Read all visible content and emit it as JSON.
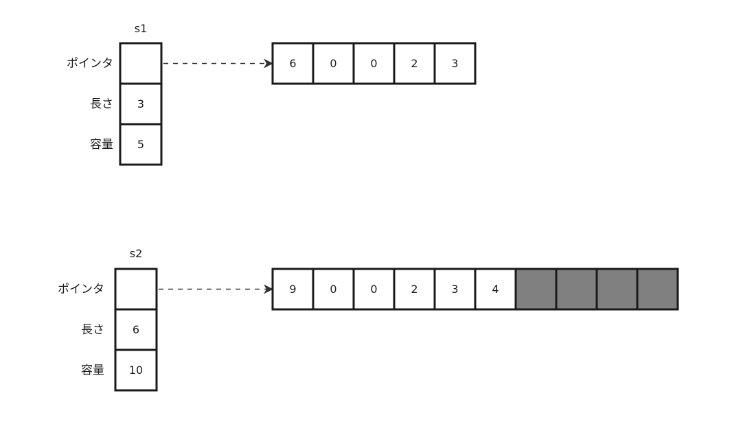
{
  "colors": {
    "stroke": "#1a1a1a",
    "cell_fill": "#ffffff",
    "unused_fill": "#808080",
    "arrow": "#333333"
  },
  "slices": [
    {
      "name": "s1",
      "fields": [
        {
          "label": "ポインタ",
          "value": ""
        },
        {
          "label": "長さ",
          "value": "3"
        },
        {
          "label": "容量",
          "value": "5"
        }
      ],
      "array": {
        "values": [
          "6",
          "0",
          "0",
          "2",
          "3"
        ],
        "length": 3,
        "capacity": 5
      }
    },
    {
      "name": "s2",
      "fields": [
        {
          "label": "ポインタ",
          "value": ""
        },
        {
          "label": "長さ",
          "value": "6"
        },
        {
          "label": "容量",
          "value": "10"
        }
      ],
      "array": {
        "values": [
          "9",
          "0",
          "0",
          "2",
          "3",
          "4",
          "",
          "",
          "",
          ""
        ],
        "length": 6,
        "capacity": 10
      }
    }
  ]
}
